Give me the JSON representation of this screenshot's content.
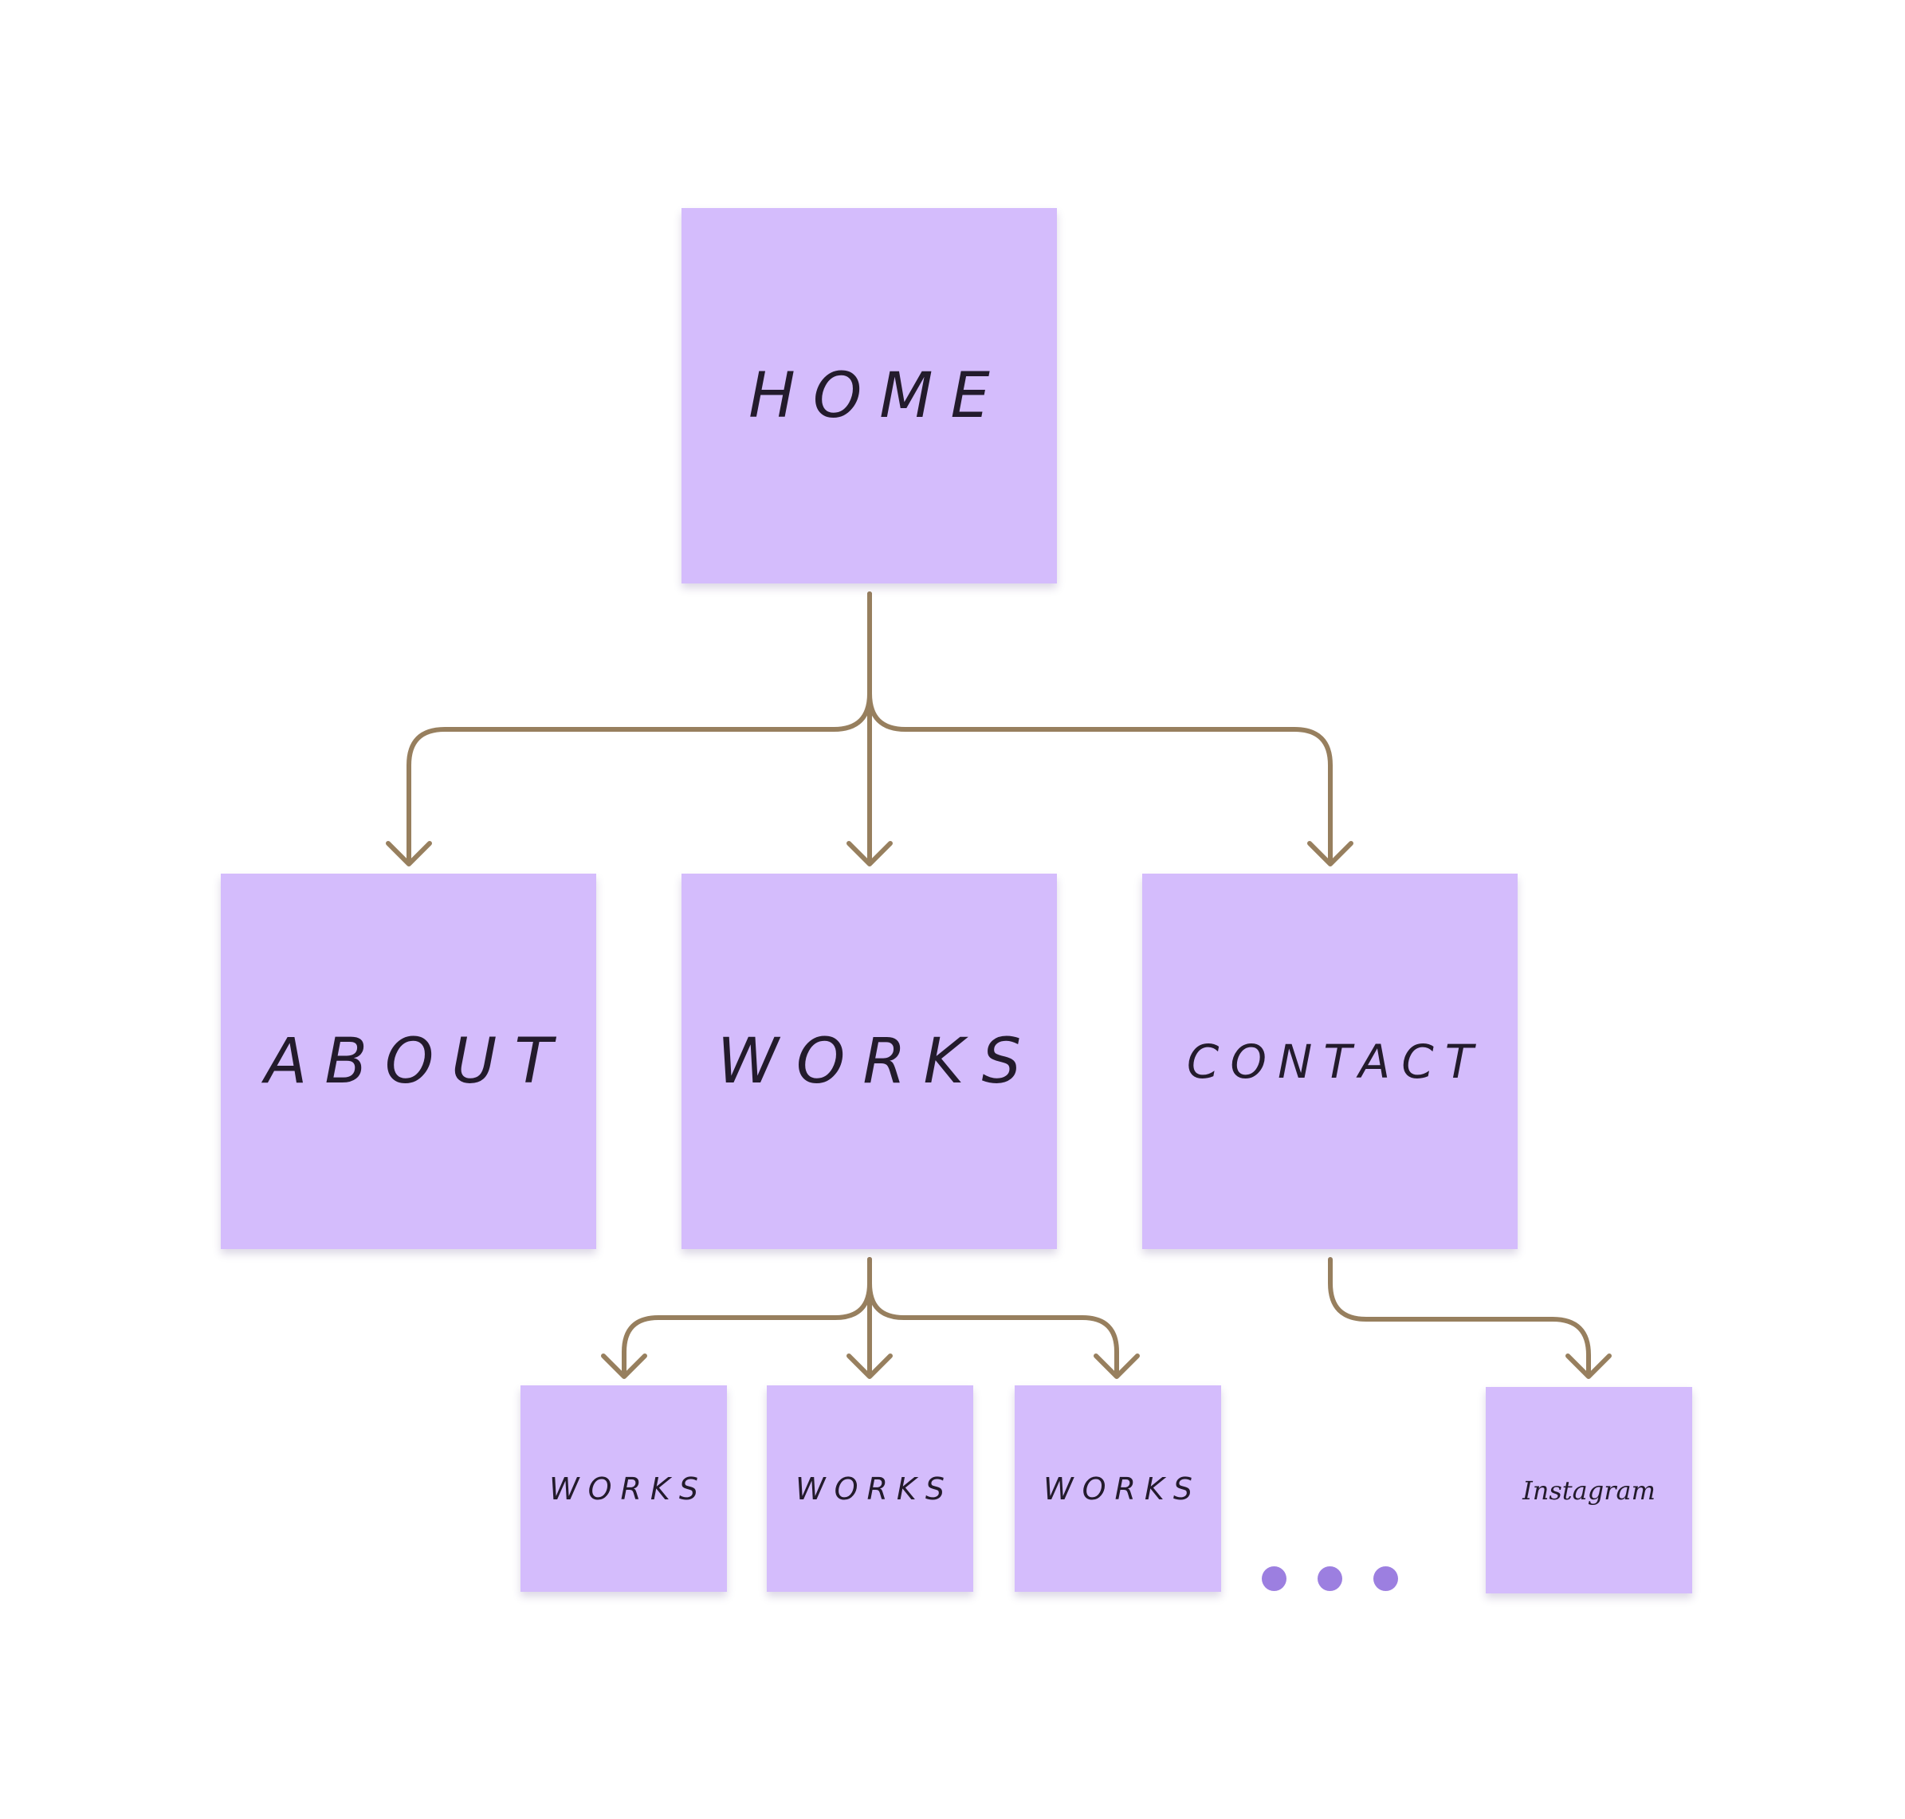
{
  "colors": {
    "note": "#d4bcfc",
    "connector": "#977f5e",
    "dot": "#9c7fe0",
    "text": "#231b2c",
    "background": "#ffffff"
  },
  "nodes": {
    "home": "HOME",
    "about": "ABOUT",
    "works": "WORKS",
    "contact": "CONTACT",
    "works_children": [
      "WORKS",
      "WORKS",
      "WORKS"
    ],
    "instagram": "Instagram"
  },
  "continuation": {
    "dot_count": 3
  }
}
